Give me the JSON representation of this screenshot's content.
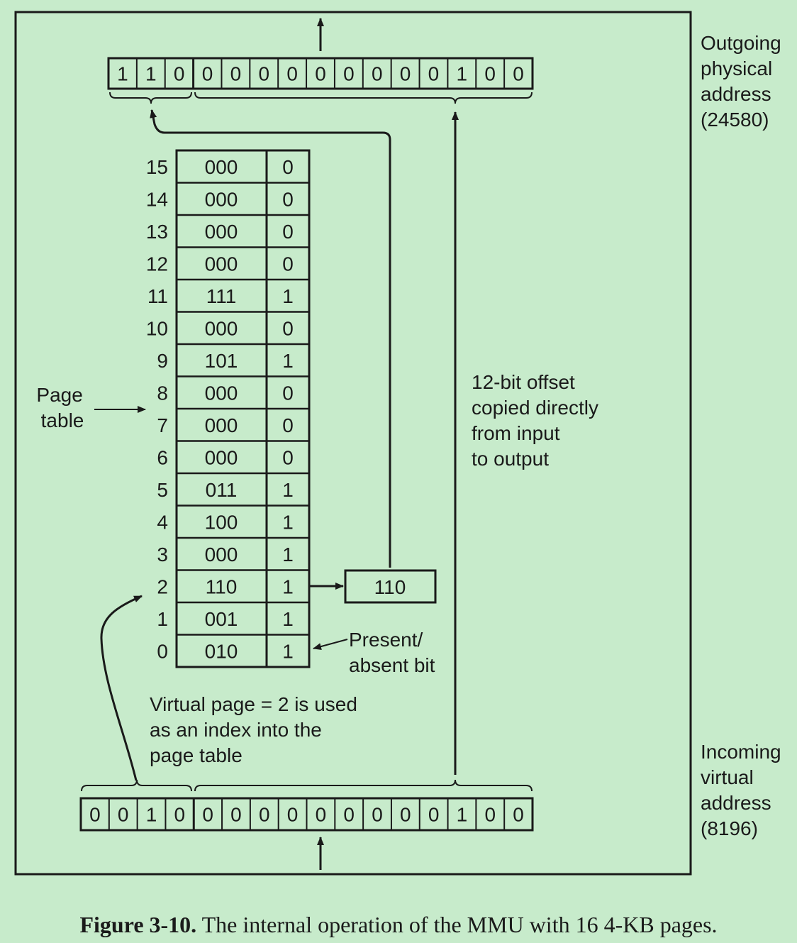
{
  "outgoing": {
    "bits": [
      "1",
      "1",
      "0",
      "0",
      "0",
      "0",
      "0",
      "0",
      "0",
      "0",
      "0",
      "0",
      "1",
      "0",
      "0"
    ],
    "label": [
      "Outgoing",
      "physical",
      "address",
      "(24580)"
    ]
  },
  "incoming": {
    "bits": [
      "0",
      "0",
      "1",
      "0",
      "0",
      "0",
      "0",
      "0",
      "0",
      "0",
      "0",
      "0",
      "0",
      "1",
      "0",
      "0"
    ],
    "label": [
      "Incoming",
      "virtual",
      "address",
      "(8196)"
    ]
  },
  "page_table": {
    "label": [
      "Page",
      "table"
    ],
    "rows": [
      {
        "index": "15",
        "frame": "000",
        "present": "0"
      },
      {
        "index": "14",
        "frame": "000",
        "present": "0"
      },
      {
        "index": "13",
        "frame": "000",
        "present": "0"
      },
      {
        "index": "12",
        "frame": "000",
        "present": "0"
      },
      {
        "index": "11",
        "frame": "111",
        "present": "1"
      },
      {
        "index": "10",
        "frame": "000",
        "present": "0"
      },
      {
        "index": "9",
        "frame": "101",
        "present": "1"
      },
      {
        "index": "8",
        "frame": "000",
        "present": "0"
      },
      {
        "index": "7",
        "frame": "000",
        "present": "0"
      },
      {
        "index": "6",
        "frame": "000",
        "present": "0"
      },
      {
        "index": "5",
        "frame": "011",
        "present": "1"
      },
      {
        "index": "4",
        "frame": "100",
        "present": "1"
      },
      {
        "index": "3",
        "frame": "000",
        "present": "1"
      },
      {
        "index": "2",
        "frame": "110",
        "present": "1"
      },
      {
        "index": "1",
        "frame": "001",
        "present": "1"
      },
      {
        "index": "0",
        "frame": "010",
        "present": "1"
      }
    ]
  },
  "result_box": "110",
  "annotations": {
    "offset": [
      "12-bit offset",
      "copied directly",
      "from input",
      "to output"
    ],
    "present_bit": [
      "Present/",
      "absent bit"
    ],
    "virtual_page": [
      "Virtual page = 2 is used",
      "as an index into the",
      "page table"
    ]
  },
  "caption": {
    "label": "Figure 3-10.",
    "text": "The internal operation of the MMU with 16 4-KB pages."
  }
}
